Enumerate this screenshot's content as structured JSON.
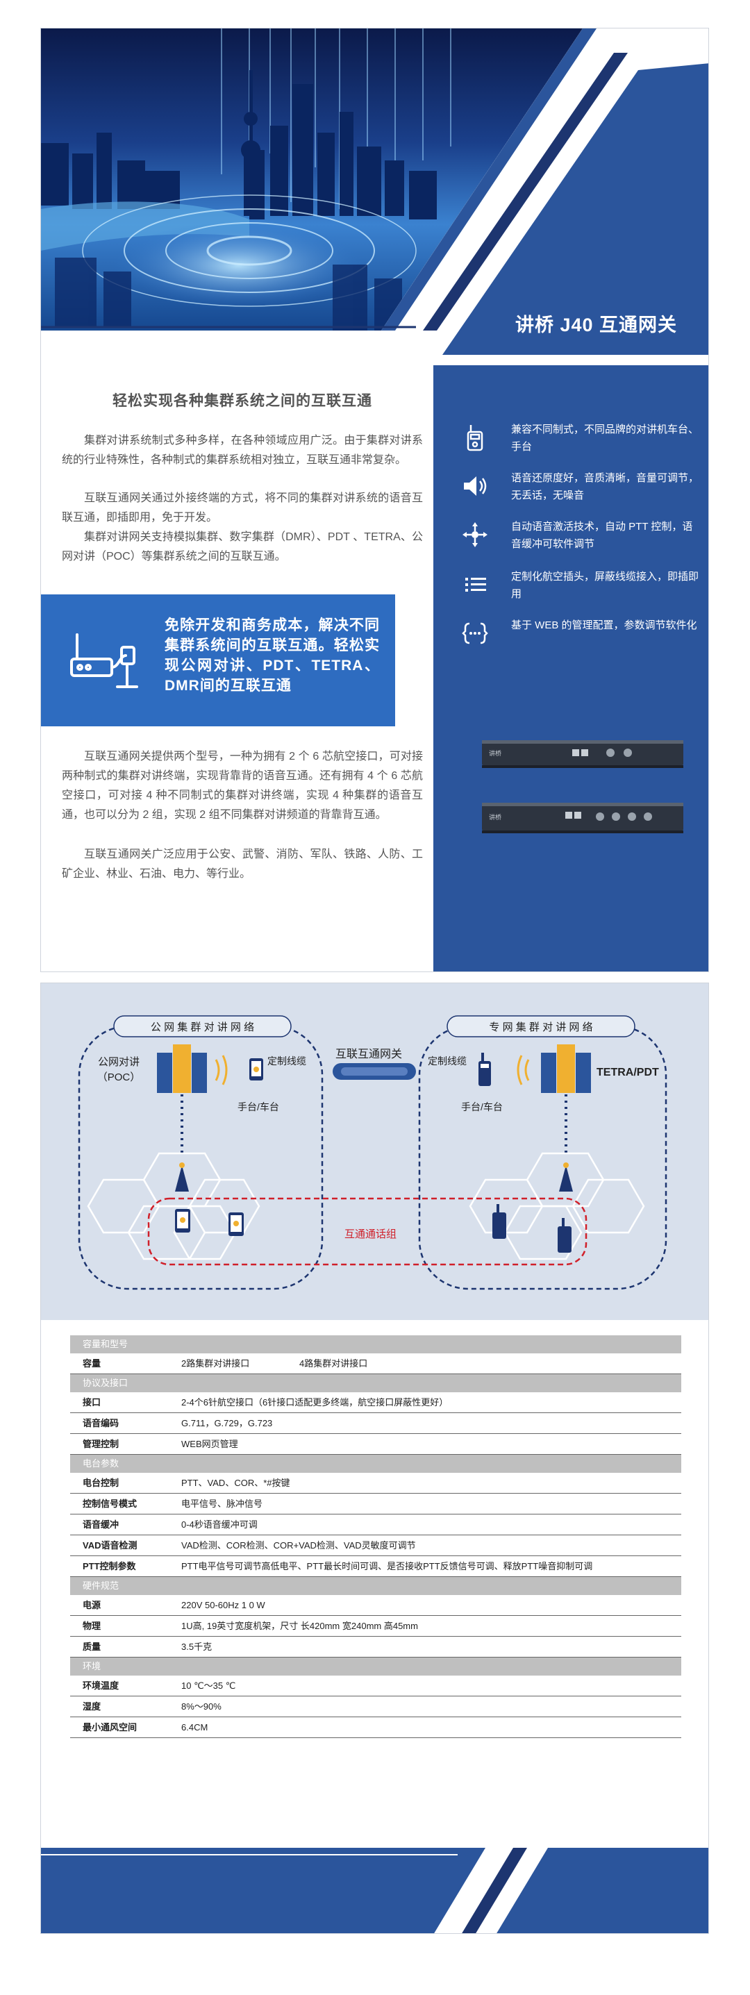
{
  "hero": {
    "product_title": "讲桥 J40 互通网关"
  },
  "intro": {
    "headline": "轻松实现各种集群系统之间的互联互通",
    "paragraphs": [
      "集群对讲系统制式多种多样，在各种领域应用广泛。由于集群对讲系统的行业特殊性，各种制式的集群系统相对独立，互联互通非常复杂。",
      "互联互通网关通过外接终端的方式，将不同的集群对讲系统的语音互联互通，即插即用，免于开发。",
      "集群对讲网关支持模拟集群、数字集群（DMR）、PDT 、TETRA、公网对讲（POC）等集群系统之间的互联互通。"
    ],
    "highlight": "免除开发和商务成本，解决不同集群系统间的互联互通。轻松实现公网对讲、PDT、TETRA、DMR间的互联互通",
    "paragraphs2": [
      "互联互通网关提供两个型号，一种为拥有 2 个 6 芯航空接口，可对接两种制式的集群对讲终端，实现背靠背的语音互通。还有拥有 4 个 6 芯航空接口，可对接 4 种不同制式的集群对讲终端，实现 4 种集群的语音互通，也可以分为 2 组，实现 2 组不同集群对讲频道的背靠背互通。",
      "互联互通网关广泛应用于公安、武警、消防、军队、铁路、人防、工矿企业、林业、石油、电力、等行业。"
    ]
  },
  "features": [
    {
      "icon": "walkie-talkie-icon",
      "text": "兼容不同制式，不同品牌的对讲机车台、手台"
    },
    {
      "icon": "speaker-icon",
      "text": "语音还原度好，音质清晰，音量可调节，无丢话，无噪音"
    },
    {
      "icon": "network-icon",
      "text": "自动语音激活技术，自动 PTT 控制，语音缓冲可软件调节"
    },
    {
      "icon": "list-icon",
      "text": "定制化航空插头，屏蔽线缆接入，即插即用"
    },
    {
      "icon": "code-braces-icon",
      "text": "基于 WEB 的管理配置，参数调节软件化"
    }
  ],
  "device": {
    "brand": "讲桥"
  },
  "diagram": {
    "public_group": "公 网 集 群 对 讲 网 络",
    "private_group": "专 网 集 群 对 讲 网 络",
    "poc_label": "公网对讲\n（POC）",
    "cable_left": "定制线缆",
    "cable_right": "定制线缆",
    "handset_left": "手台/车台",
    "handset_right": "手台/车台",
    "gateway": "互联互通网关",
    "tetra_label": "TETRA/PDT",
    "talk_group": "互通通话组"
  },
  "specs": [
    {
      "section": "容量和型号",
      "rows": [
        {
          "k": "容量",
          "v": "2路集群对讲接口",
          "v2": "4路集群对讲接口"
        }
      ]
    },
    {
      "section": "协议及接口",
      "rows": [
        {
          "k": "接口",
          "v": "2-4个6针航空接口（6针接口适配更多终端，航空接口屏蔽性更好）"
        },
        {
          "k": "语音编码",
          "v": "G.711，G.729，G.723"
        },
        {
          "k": "管理控制",
          "v": "WEB网页管理"
        }
      ]
    },
    {
      "section": "电台参数",
      "rows": [
        {
          "k": "电台控制",
          "v": "PTT、VAD、COR、*#按键"
        },
        {
          "k": "控制信号模式",
          "v": "电平信号、脉冲信号"
        },
        {
          "k": "语音缓冲",
          "v": "0-4秒语音缓冲可调"
        },
        {
          "k": "VAD语音检测",
          "v": "VAD检测、COR检测、COR+VAD检测、VAD灵敏度可调节"
        },
        {
          "k": "PTT控制参数",
          "v": "PTT电平信号可调节高低电平、PTT最长时间可调、是否接收PTT反馈信号可调、释放PTT噪音抑制可调"
        }
      ]
    },
    {
      "section": "硬件规范",
      "rows": [
        {
          "k": "电源",
          "v": "220V  50-60Hz 1 0 W"
        },
        {
          "k": "物理",
          "v": "1U高, 19英寸宽度机架，尺寸 长420mm 宽240mm 高45mm"
        },
        {
          "k": "质量",
          "v": "3.5千克"
        }
      ]
    },
    {
      "section": "环境",
      "rows": [
        {
          "k": "环境温度",
          "v": "10 ℃～35 ℃"
        },
        {
          "k": "湿度",
          "v": "8%～90%"
        },
        {
          "k": "最小通风空间",
          "v": "6.4CM"
        }
      ]
    }
  ],
  "colors": {
    "primary_blue": "#2b559c",
    "highlight_blue": "#2e6cc0",
    "section_gray": "#bfbfbf",
    "dashed_red": "#d0202a",
    "navy": "#1d3570"
  }
}
